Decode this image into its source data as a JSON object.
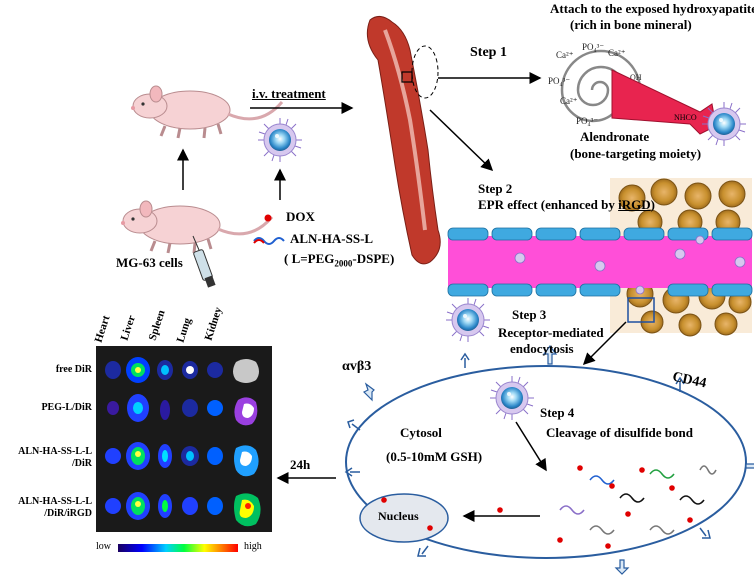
{
  "step1": {
    "label": "Step 1",
    "title_line1": "Attach to the exposed hydroxyapatite",
    "title_line2": "(rich in bone mineral)",
    "bisphosphonate_group": "NHCO",
    "ligand_line1": "Alendronate",
    "ligand_line2": "(bone-targeting moiety)"
  },
  "treatment_label": "i.v. treatment",
  "cells_label": "MG-63 cells",
  "legend": {
    "dox": "DOX",
    "conjugate": "ALN-HA-SS-L",
    "lipid": "( L=PEG",
    "lipid_sub": "2000",
    "lipid_end": "-DSPE)"
  },
  "step2": {
    "label": "Step 2",
    "title_prefix": "EPR effect (enhanced by ",
    "title_link": "iRGD",
    "title_suffix": ")"
  },
  "step3": {
    "label": "Step 3",
    "line1": "Receptor-mediated",
    "line2": "endocytosis"
  },
  "step4": {
    "label": "Step 4",
    "text": "Cleavage of disulfide bond"
  },
  "receptors": {
    "integrin": "αvβ3",
    "cd44": "CD44"
  },
  "cell": {
    "cytosol": "Cytosol",
    "gsh": "(0.5-10mM GSH)",
    "nucleus": "Nucleus"
  },
  "imaging": {
    "time": "24h",
    "organs": [
      "Heart",
      "Liver",
      "Spleen",
      "Lung",
      "Kidney"
    ],
    "groups": [
      {
        "line1": "free DiR",
        "line2": ""
      },
      {
        "line1": "PEG-L/DiR",
        "line2": ""
      },
      {
        "line1": "ALN-HA-SS-L-L",
        "line2": "/DiR"
      },
      {
        "line1": "ALN-HA-SS-L-L",
        "line2": "/DiR/iRGD"
      }
    ],
    "scale_low": "low",
    "scale_high": "high"
  },
  "colors": {
    "vessel": "#ff4fd8",
    "endothelium": "#3fa9e0",
    "tumor_cell": "#c8902e",
    "cell_membrane": "#2a5d9f",
    "dox": "#e00000",
    "bone": "#c0392b",
    "ligand": "#e8244f"
  }
}
